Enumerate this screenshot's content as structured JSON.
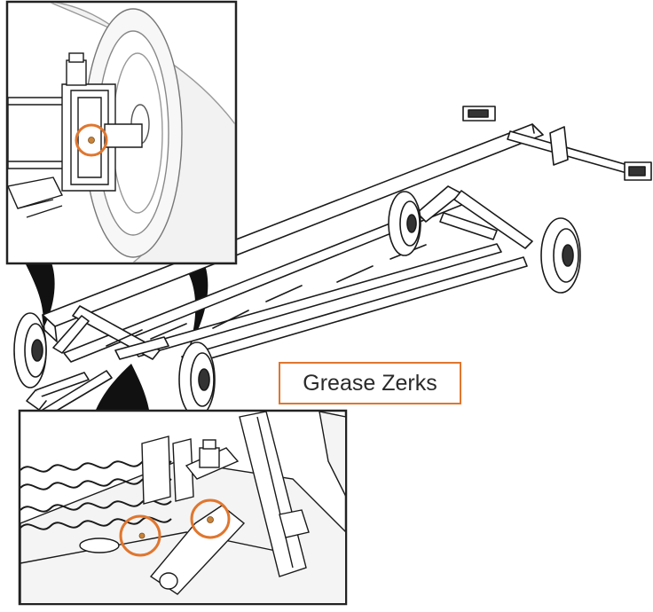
{
  "callout": {
    "label": "Grease Zerks"
  },
  "colors": {
    "accent": "#e0762e",
    "zerk_fill": "#c8843a",
    "line": "#1a1a1a",
    "frame": "#222222"
  },
  "icons": {
    "zoom_connectors": "black-tapered-pointer",
    "markers": "orange-circle"
  }
}
